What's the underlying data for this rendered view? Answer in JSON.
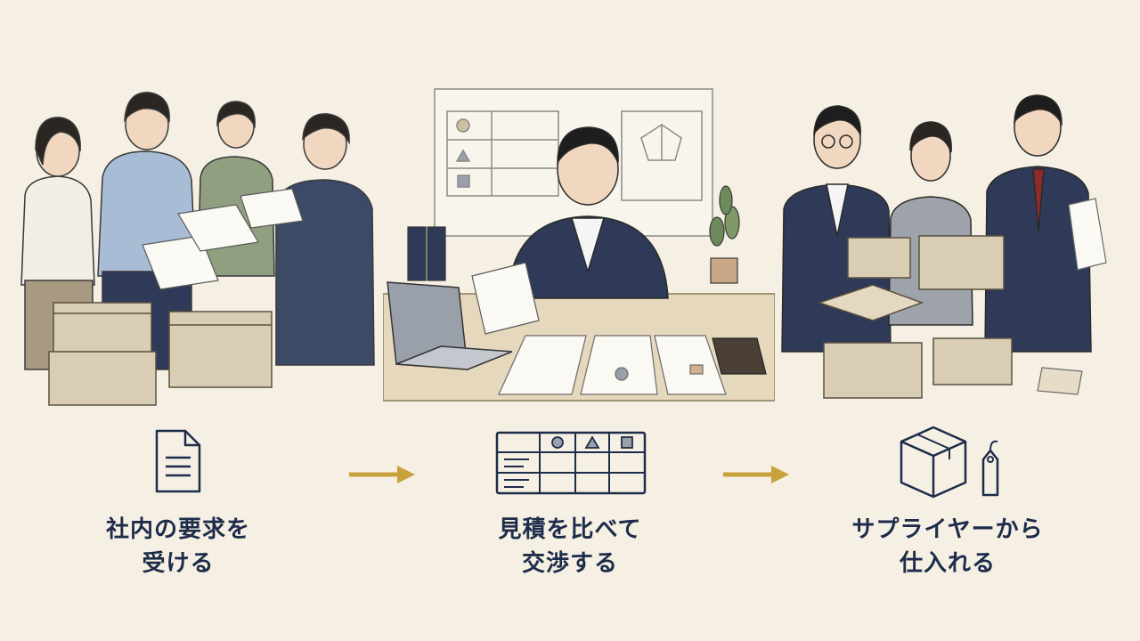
{
  "steps": [
    {
      "line1": "社内の要求を",
      "line2": "受ける",
      "icon": "document-icon"
    },
    {
      "line1": "見積を比べて",
      "line2": "交渉する",
      "icon": "comparison-table-icon"
    },
    {
      "line1": "サプライヤーから",
      "line2": "仕入れる",
      "icon": "box-tag-icon"
    }
  ],
  "colors": {
    "background": "#f5f0e3",
    "navy": "#1d2c4a",
    "arrow": "#c9a13c",
    "box": "#d9cdb4",
    "suit": "#2e3a57"
  }
}
